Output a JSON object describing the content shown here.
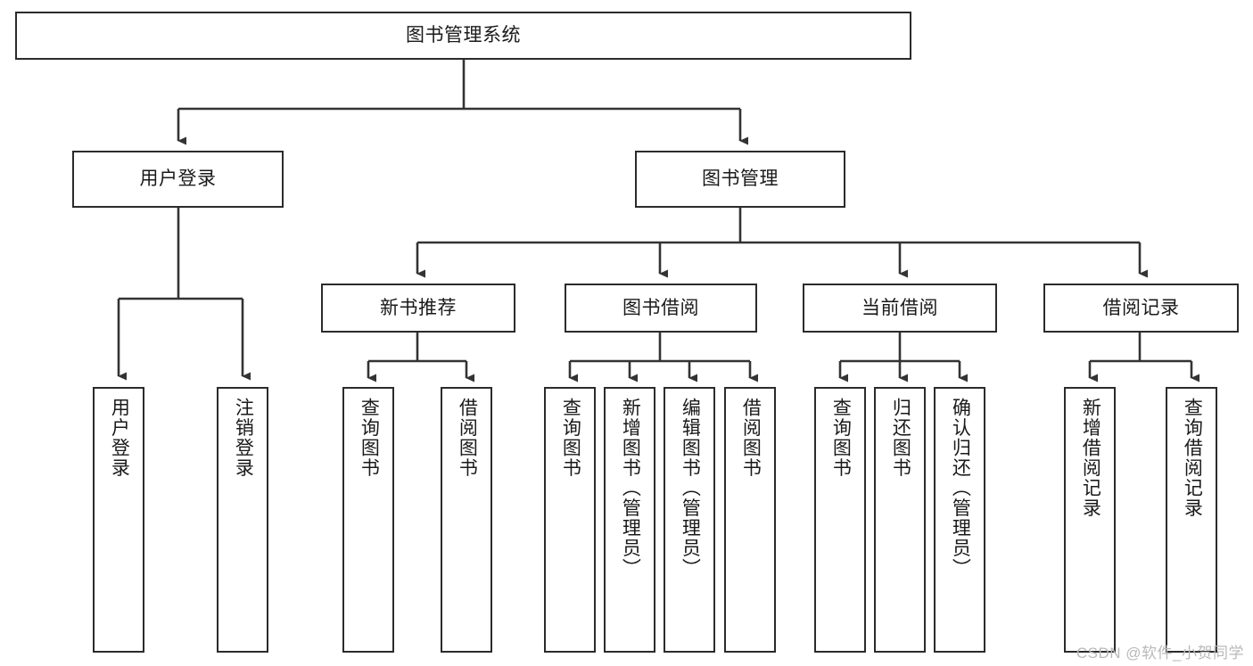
{
  "diagram": {
    "title": "图书管理系统",
    "type": "hierarchy-tree",
    "watermark": "CSDN @软件_小贺同学",
    "colors": {
      "box_border": "#2b2b2b",
      "box_fill": "#ffffff",
      "connector": "#333333",
      "text": "#1a1a1a",
      "watermark": "#b9b9b9"
    },
    "nodes": {
      "root": {
        "label": "图书管理系统"
      },
      "level2": [
        {
          "id": "user-login",
          "label": "用户登录"
        },
        {
          "id": "book-manage",
          "label": "图书管理"
        }
      ],
      "level3": [
        {
          "id": "new-book-rec",
          "label": "新书推荐"
        },
        {
          "id": "book-borrow",
          "label": "图书借阅"
        },
        {
          "id": "current-borrow",
          "label": "当前借阅"
        },
        {
          "id": "borrow-record",
          "label": "借阅记录"
        }
      ],
      "leaves": {
        "user_login": [
          {
            "id": "leaf-user-login",
            "label": "用户登录"
          },
          {
            "id": "leaf-logout",
            "label": "注销登录"
          }
        ],
        "new_book_rec": [
          {
            "id": "leaf-query-book-1",
            "label": "查询图书"
          },
          {
            "id": "leaf-borrow-book-1",
            "label": "借阅图书"
          }
        ],
        "book_borrow": [
          {
            "id": "leaf-query-book-2",
            "label": "查询图书"
          },
          {
            "id": "leaf-add-book",
            "label": "新增图书（管理员）"
          },
          {
            "id": "leaf-edit-book",
            "label": "编辑图书（管理员）"
          },
          {
            "id": "leaf-borrow-book-2",
            "label": "借阅图书"
          }
        ],
        "current_borrow": [
          {
            "id": "leaf-query-book-3",
            "label": "查询图书"
          },
          {
            "id": "leaf-return-book",
            "label": "归还图书"
          },
          {
            "id": "leaf-confirm-return",
            "label": "确认归还（管理员）"
          }
        ],
        "borrow_record": [
          {
            "id": "leaf-add-record",
            "label": "新增借阅记录"
          },
          {
            "id": "leaf-query-record",
            "label": "查询借阅记录"
          }
        ]
      }
    }
  }
}
